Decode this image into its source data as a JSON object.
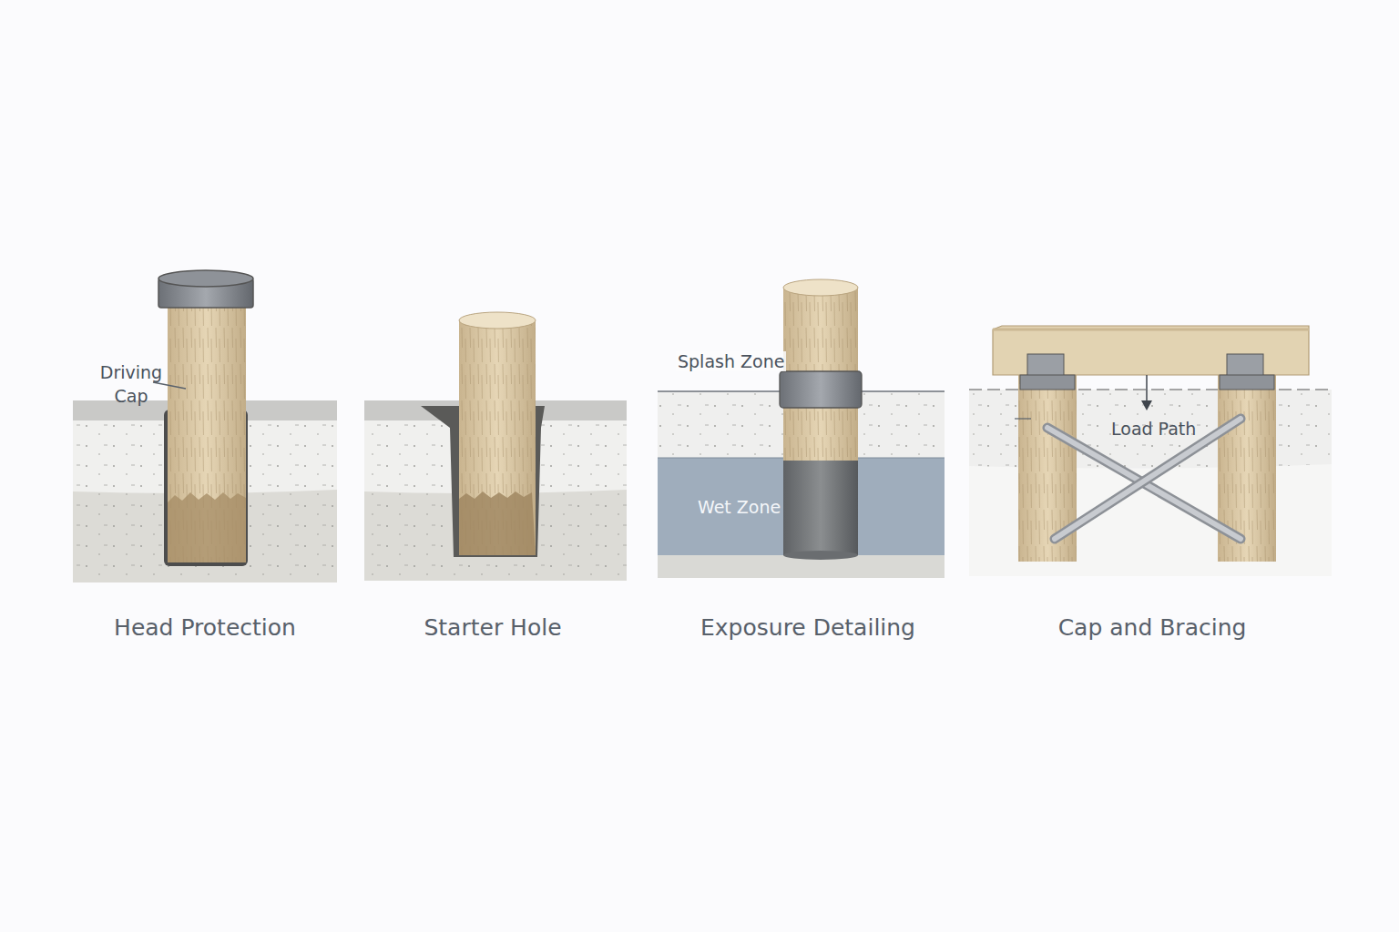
{
  "diagram": {
    "labels": [
      "Driving Cap",
      "Head Protection",
      "Starter Hole",
      "Splash Zone",
      "Wet Zone",
      "Exposure Detailing",
      "Load Path",
      "Cap and Bracing"
    ]
  }
}
